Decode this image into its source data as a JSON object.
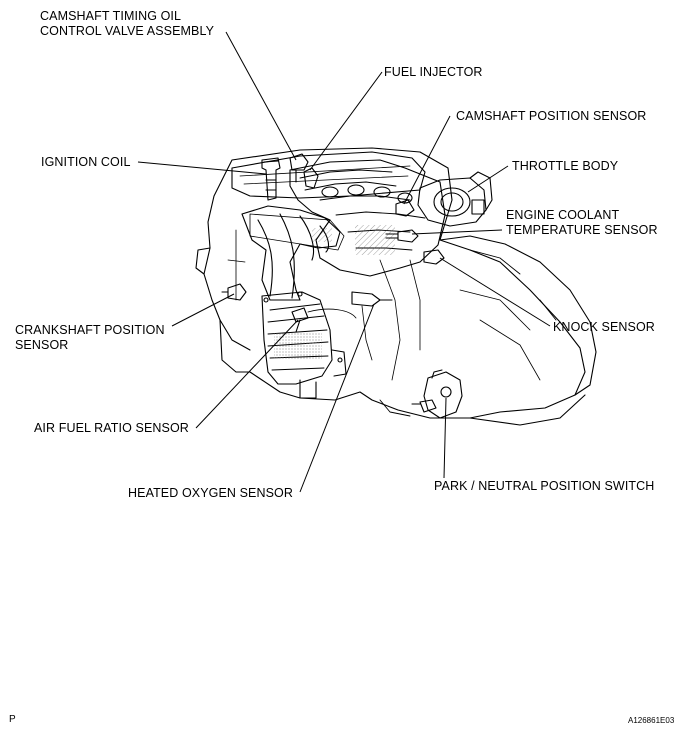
{
  "labels": {
    "camshaft_timing_oil_line1": "CAMSHAFT TIMING OIL",
    "camshaft_timing_oil_line2": "CONTROL VALVE ASSEMBLY",
    "fuel_injector": "FUEL INJECTOR",
    "camshaft_position_sensor": "CAMSHAFT POSITION SENSOR",
    "ignition_coil": "IGNITION COIL",
    "throttle_body": "THROTTLE BODY",
    "engine_coolant_line1": "ENGINE COOLANT",
    "engine_coolant_line2": "TEMPERATURE SENSOR",
    "crankshaft_position_line1": "CRANKSHAFT POSITION",
    "crankshaft_position_line2": "SENSOR",
    "knock_sensor": "KNOCK SENSOR",
    "air_fuel_ratio_sensor": "AIR FUEL RATIO SENSOR",
    "heated_oxygen_sensor": "HEATED OXYGEN SENSOR",
    "park_neutral_position_switch": "PARK / NEUTRAL POSITION SWITCH"
  },
  "footer": {
    "page_letter": "P",
    "figure_code": "A126861E03"
  },
  "colors": {
    "ink": "#000000",
    "background": "#ffffff",
    "shading": "#9a9a9a"
  }
}
